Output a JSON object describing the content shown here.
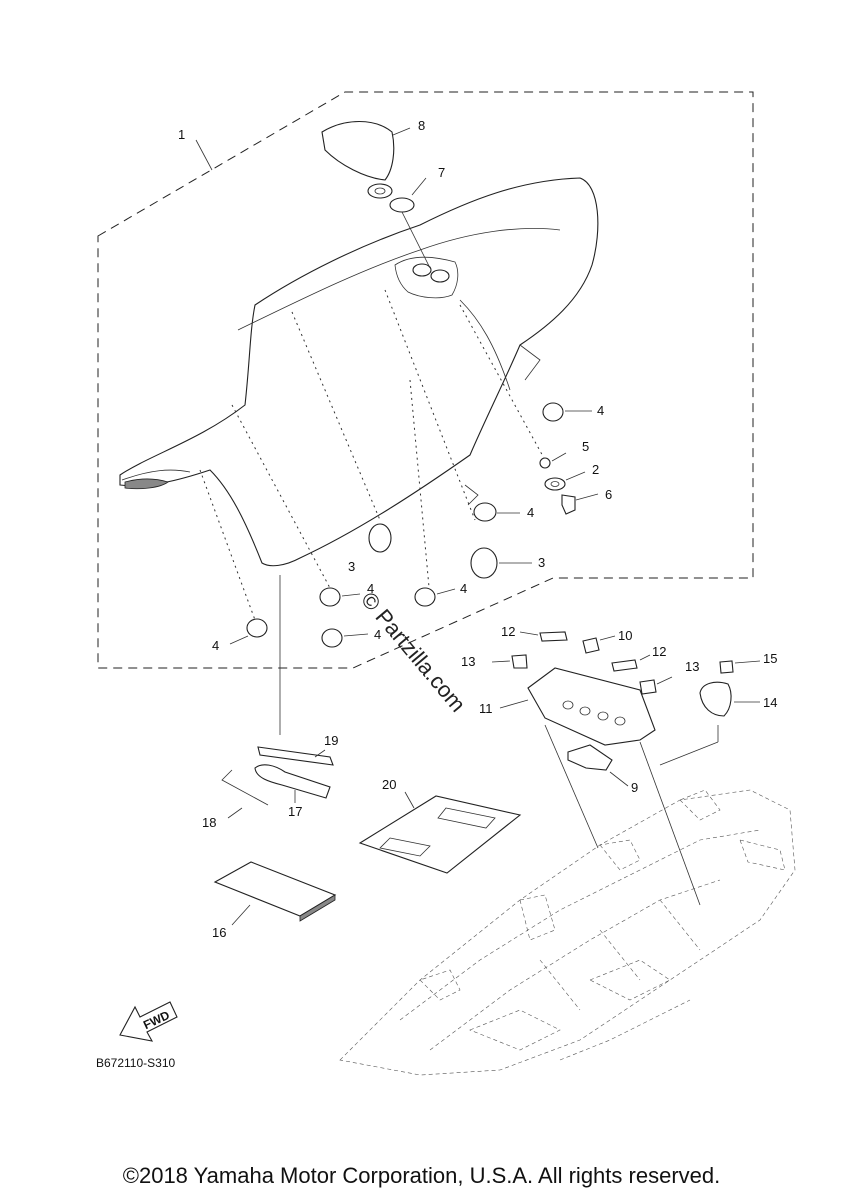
{
  "callouts": {
    "c1": "1",
    "c2": "2",
    "c3a": "3",
    "c3b": "3",
    "c4a": "4",
    "c4b": "4",
    "c4c": "4",
    "c4d": "4",
    "c4e": "4",
    "c4f": "4",
    "c5": "5",
    "c6": "6",
    "c7": "7",
    "c8": "8",
    "c9": "9",
    "c10": "10",
    "c11": "11",
    "c12a": "12",
    "c12b": "12",
    "c13a": "13",
    "c13b": "13",
    "c14": "14",
    "c15": "15",
    "c16": "16",
    "c17": "17",
    "c18": "18",
    "c19": "19",
    "c20": "20"
  },
  "fwd_label": "FWD",
  "diagram_code": "B672110-S310",
  "watermark": "© Partzilla.com",
  "copyright": "©2018 Yamaha Motor Corporation, U.S.A. All rights reserved."
}
